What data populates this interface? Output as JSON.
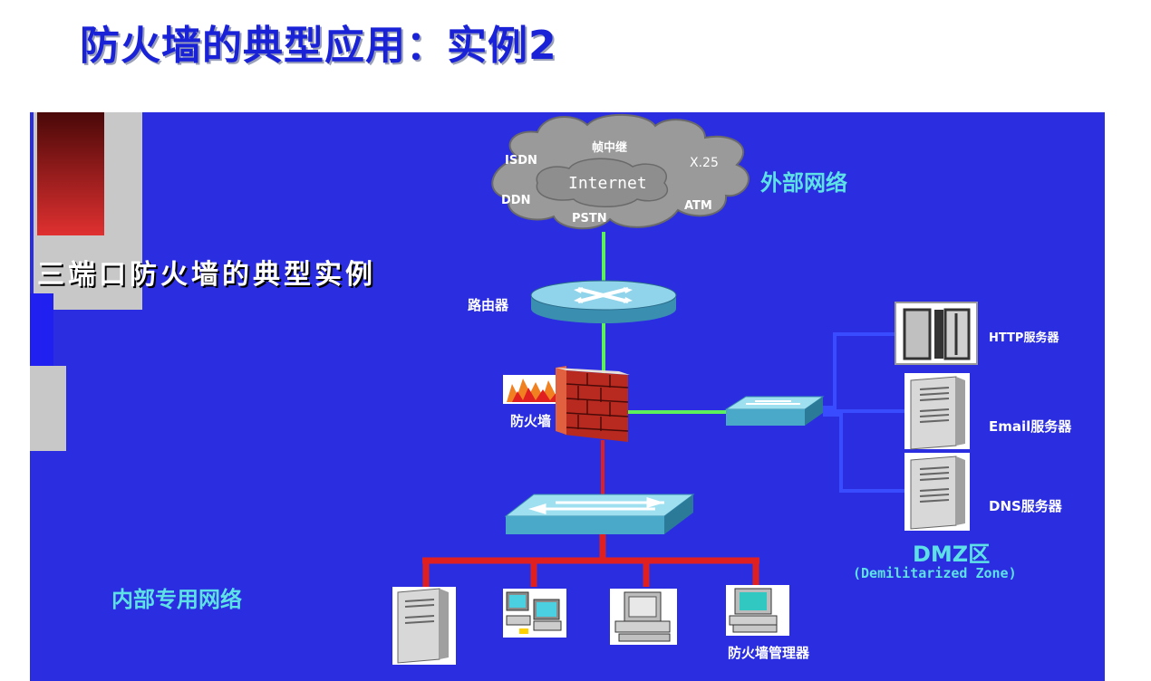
{
  "slide": {
    "title": "防火墙的典型应用：实例2"
  },
  "diagram": {
    "subtitle": "三端口防火墙的典型实例",
    "cloud": {
      "center": "Internet",
      "items": [
        "帧中继",
        "ISDN",
        "X.25",
        "DDN",
        "ATM",
        "PSTN"
      ]
    },
    "external_label": "外部网络",
    "router_label": "路由器",
    "firewall_label": "防火墙",
    "dmz": {
      "servers": [
        "HTTP服务器",
        "Email服务器",
        "DNS服务器"
      ],
      "label": "DMZ区",
      "sublabel": "(Demilitarized Zone)"
    },
    "internal_label": "内部专用网络",
    "manager_label": "防火墙管理器",
    "colors": {
      "panel": "#2b2ee0",
      "title": "#1a22d8",
      "external_link": "#5cf05c",
      "internal_link": "#e02020",
      "dmz_link": "#3a4cff",
      "label_accent": "#5ee1e6"
    },
    "icons": [
      "cloud-icon",
      "router-icon",
      "firewall-icon",
      "fire-icon",
      "switch-icon",
      "server-icon",
      "workstation-icon"
    ]
  }
}
